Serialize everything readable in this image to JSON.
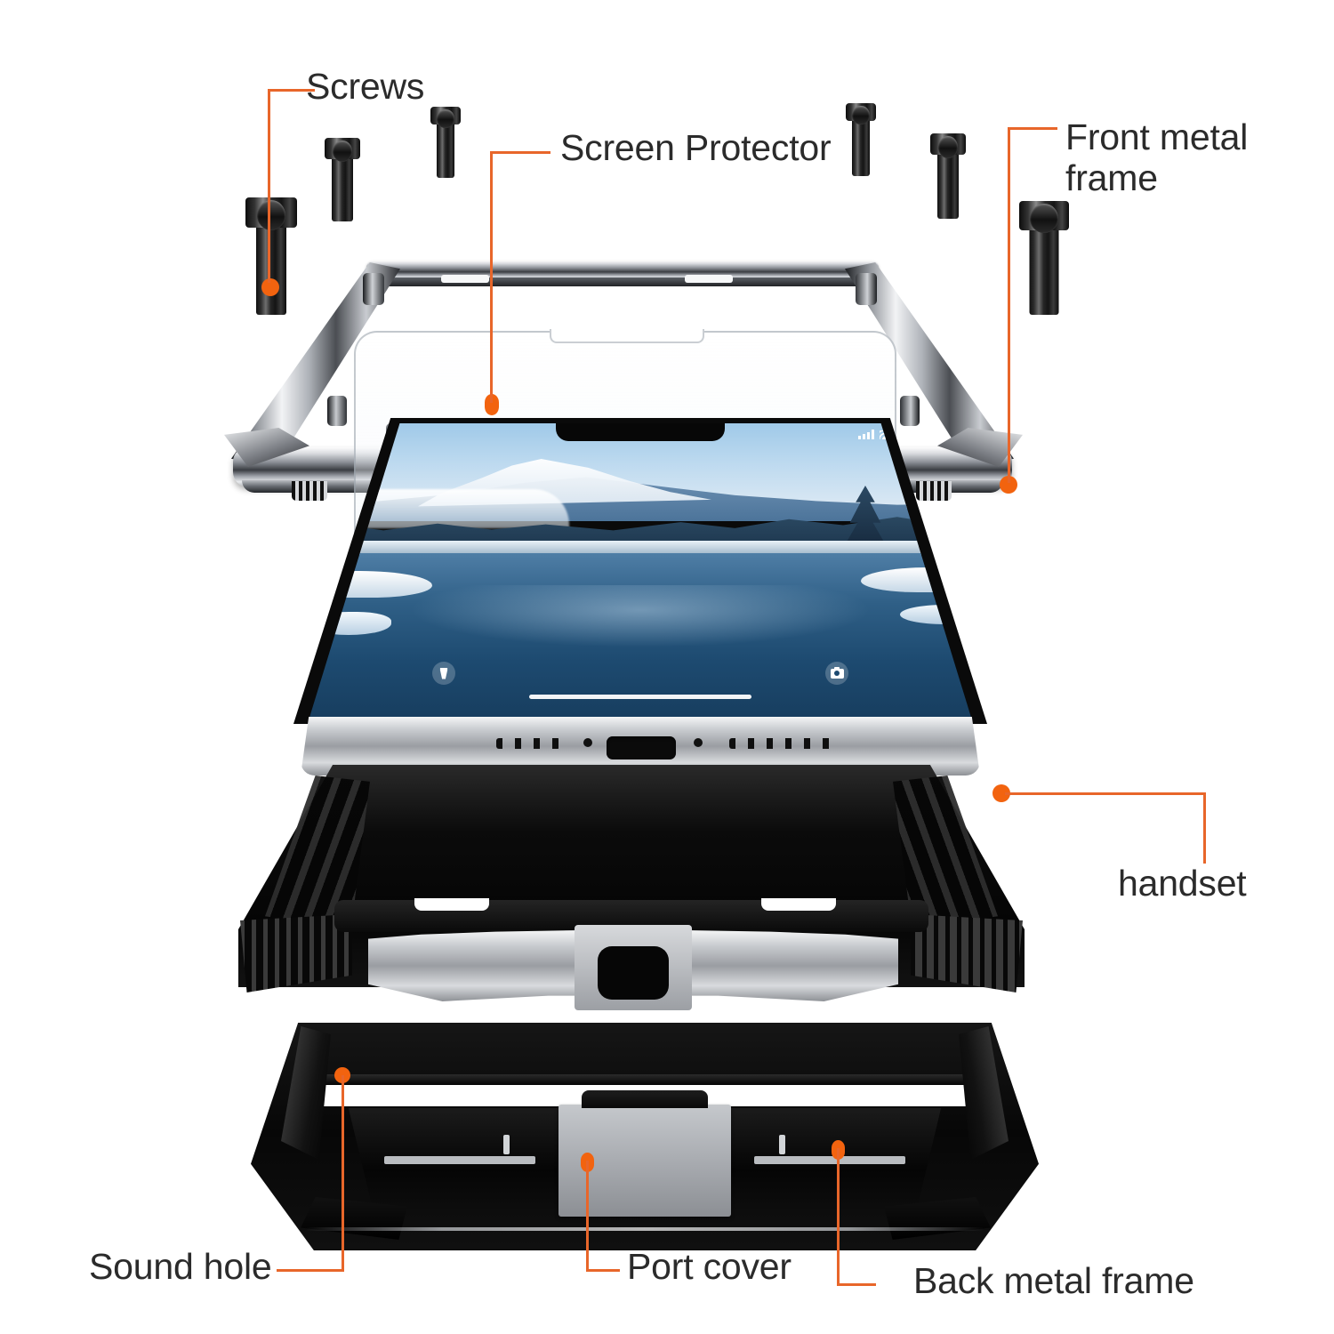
{
  "diagram": {
    "title": "Rugged metal phone case exploded view",
    "background_color": "#ffffff",
    "accent_color": "#e8662a",
    "dot_color": "#f2630f"
  },
  "labels": {
    "screws": "Screws",
    "screen_protector": "Screen Protector",
    "front_metal_frame": "Front metal\nframe",
    "handset": "handset",
    "sound_hole": "Sound hole",
    "port_cover": "Port cover",
    "back_metal_frame": "Back metal frame"
  },
  "parts": [
    {
      "id": "screws",
      "label": "Screws",
      "count": 6,
      "color": "#111111"
    },
    {
      "id": "front-metal-frame",
      "label": "Front metal frame",
      "color": "#c9ccd1"
    },
    {
      "id": "screen-protector",
      "label": "Screen Protector",
      "color": "#e9eef2"
    },
    {
      "id": "handset",
      "label": "handset",
      "color": "#1a1a1a"
    },
    {
      "id": "back-metal-frame",
      "label": "Back metal frame",
      "color": "#0a0a0a"
    },
    {
      "id": "port-cover",
      "label": "Port cover",
      "color": "#a9acb0"
    },
    {
      "id": "sound-hole",
      "label": "Sound hole",
      "color": "#111111"
    }
  ],
  "phone_screen": {
    "wallpaper": "winter river landscape with snowy mountains and ice",
    "status_bar": {
      "signal_icon": "signal-bars-icon",
      "wifi_icon": "wifi-icon",
      "battery_icon": "battery-icon"
    },
    "shortcuts": {
      "left_icon": "flashlight-icon",
      "right_icon": "camera-icon"
    },
    "home_indicator": "home-indicator-bar"
  }
}
